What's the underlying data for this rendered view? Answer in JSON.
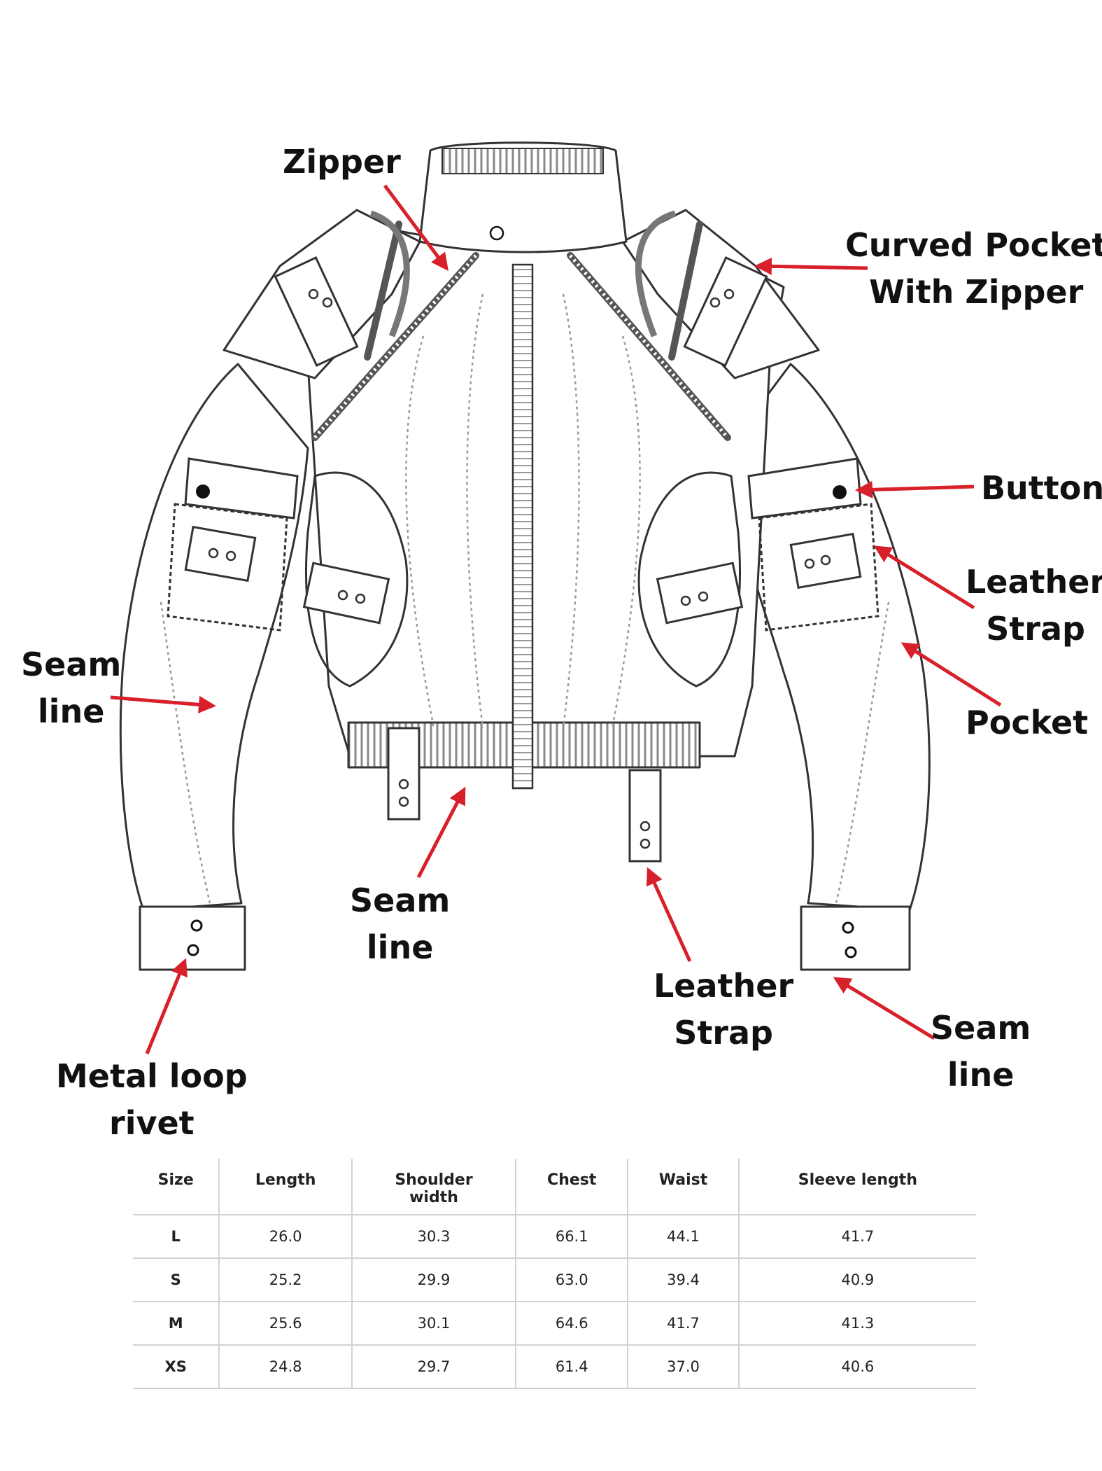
{
  "callouts": {
    "zipper": [
      "Zipper"
    ],
    "curved_pocket": [
      "Curved Pocket",
      "With Zipper"
    ],
    "button": [
      "Button"
    ],
    "leather_strap_right": [
      "Leather",
      "Strap"
    ],
    "pocket": [
      "Pocket"
    ],
    "seam_left": [
      "Seam",
      "line"
    ],
    "seam_center": [
      "Seam",
      "line"
    ],
    "leather_strap_bottom": [
      "Leather",
      "Strap"
    ],
    "seam_right_cuff": [
      "Seam",
      "line"
    ],
    "metal_rivet": [
      "Metal loop",
      "rivet"
    ]
  },
  "colors": {
    "arrow": "#d7202a",
    "line": "#333333",
    "stitch": "#9a9a9a",
    "rib": "#8a8a8a"
  },
  "size_table": {
    "headers": [
      "Size",
      "Length",
      "Shoulder\nwidth",
      "Chest",
      "Waist",
      "Sleeve length"
    ],
    "rows": [
      [
        "L",
        "26.0",
        "30.3",
        "66.1",
        "44.1",
        "41.7"
      ],
      [
        "S",
        "25.2",
        "29.9",
        "63.0",
        "39.4",
        "40.9"
      ],
      [
        "M",
        "25.6",
        "30.1",
        "64.6",
        "41.7",
        "41.3"
      ],
      [
        "XS",
        "24.8",
        "29.7",
        "61.4",
        "37.0",
        "40.6"
      ]
    ]
  }
}
